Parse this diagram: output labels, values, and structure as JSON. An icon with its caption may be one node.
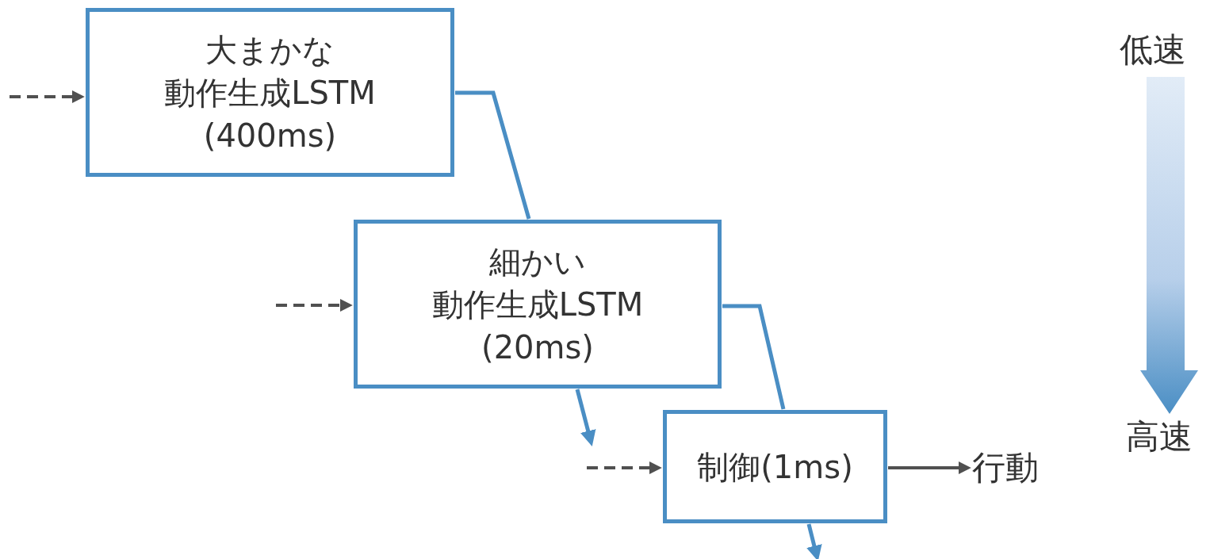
{
  "diagram": {
    "nodes": [
      {
        "text": [
          "大まかな動作生成LSTM (400ms)"
        ]
      },
      {
        "text": [
          "細かい動作生成LSTM (20ms)"
        ]
      },
      {
        "text": [
          "制御(1ms)"
        ]
      },
      {
        "text": [
          "行動"
        ]
      }
    ],
    "edges": [
      {
        "from": null,
        "to": 0,
        "arrow": "to",
        "style": "dashed",
        "color": "#505050"
      },
      {
        "from": 0,
        "to": 1,
        "arrow": "none",
        "color": "#4a8ec4"
      },
      {
        "from": null,
        "to": 1,
        "arrow": "to",
        "style": "dashed",
        "color": "#505050"
      },
      {
        "from": 1,
        "to": 2,
        "arrow": "none",
        "color": "#4a8ec4"
      },
      {
        "from": 1,
        "to": null,
        "arrow": "to",
        "color": "#4a8ec4"
      },
      {
        "from": null,
        "to": 2,
        "arrow": "to",
        "style": "dashed",
        "color": "#505050"
      },
      {
        "from": 2,
        "to": 3,
        "arrow": "to",
        "color": "#505050"
      },
      {
        "from": 2,
        "to": null,
        "arrow": "to",
        "color": "#4a8ec4"
      }
    ],
    "labels": [
      "低速",
      "高速"
    ]
  }
}
